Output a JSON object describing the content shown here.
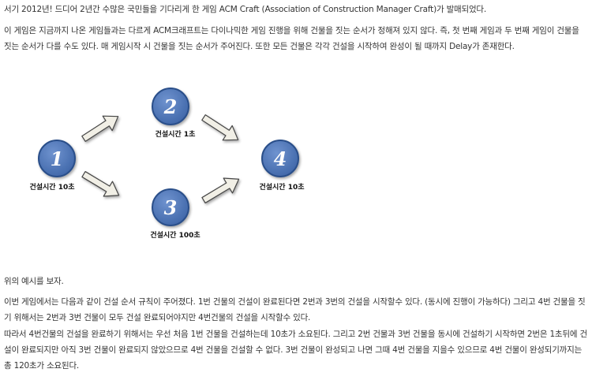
{
  "paragraphs": {
    "intro": "서기 2012년! 드디어 2년간 수많은 국민들을 기다리게 한 게임 ACM Craft (Association of Construction Manager Craft)가 발매되었다.",
    "rules": "이 게임은 지금까지 나온 게임들과는 다르게 ACM크래프트는 다이나믹한 게임 진행을 위해 건물을 짓는 순서가 정해져 있지 않다. 즉, 첫 번째 게임과 두 번째 게임이 건물을 짓는 순서가 다를 수도 있다. 매 게임시작 시 건물을 짓는 순서가 주어진다. 또한 모든 건물은 각각 건설을 시작하여 완성이 될 때까지 Delay가 존재한다.",
    "example_intro": "위의 예시를 보자.",
    "example_rule": "이번 게임에서는 다음과 같이 건설 순서 규칙이 주어졌다. 1번 건물의 건설이 완료된다면 2번과 3번의 건설을 시작할수 있다. (동시에 진행이 가능하다) 그리고 4번 건물을 짓기 위해서는 2번과 3번 건물이 모두 건설 완료되어야지만 4번건물의 건설을 시작할수 있다.",
    "example_explain": "따라서 4번건물의 건설을 완료하기 위해서는 우선 처음 1번 건물을 건설하는데 10초가 소요된다. 그리고 2번 건물과 3번 건물을 동시에 건설하기 시작하면 2번은 1초뒤에 건설이 완료되지만 아직 3번 건물이 완료되지 않았으므로 4번 건물을 건설할 수 없다. 3번 건물이 완성되고 나면 그때 4번 건물을 지을수 있으므로 4번 건물이 완성되기까지는 총 120초가 소요된다."
  },
  "diagram": {
    "nodes": [
      {
        "number": "1",
        "label": "건설시간 10초"
      },
      {
        "number": "2",
        "label": "건설시간 1초"
      },
      {
        "number": "3",
        "label": "건설시간 100초"
      },
      {
        "number": "4",
        "label": "건설시간 10초"
      }
    ],
    "colors": {
      "node_fill": "#4a73b5",
      "node_stroke": "#2b4f8a",
      "arrow_fill": "#f1efe6",
      "arrow_stroke": "#444444"
    }
  }
}
